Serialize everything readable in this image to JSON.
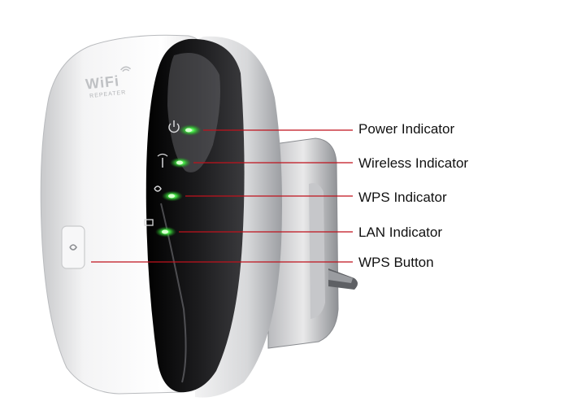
{
  "device": {
    "logo_text": "WiFi",
    "logo_subtext": "REPEATER",
    "accent_color": "#2ed12e",
    "callout_line_color": "#c0121c"
  },
  "callouts": [
    {
      "id": "power",
      "label": "Power Indicator",
      "icon": "power-icon"
    },
    {
      "id": "wireless",
      "label": "Wireless Indicator",
      "icon": "wireless-icon"
    },
    {
      "id": "wps",
      "label": "WPS Indicator",
      "icon": "wps-icon"
    },
    {
      "id": "lan",
      "label": "LAN Indicator",
      "icon": "lan-icon"
    },
    {
      "id": "wps-button",
      "label": "WPS Button",
      "icon": "wps-button-icon"
    }
  ]
}
